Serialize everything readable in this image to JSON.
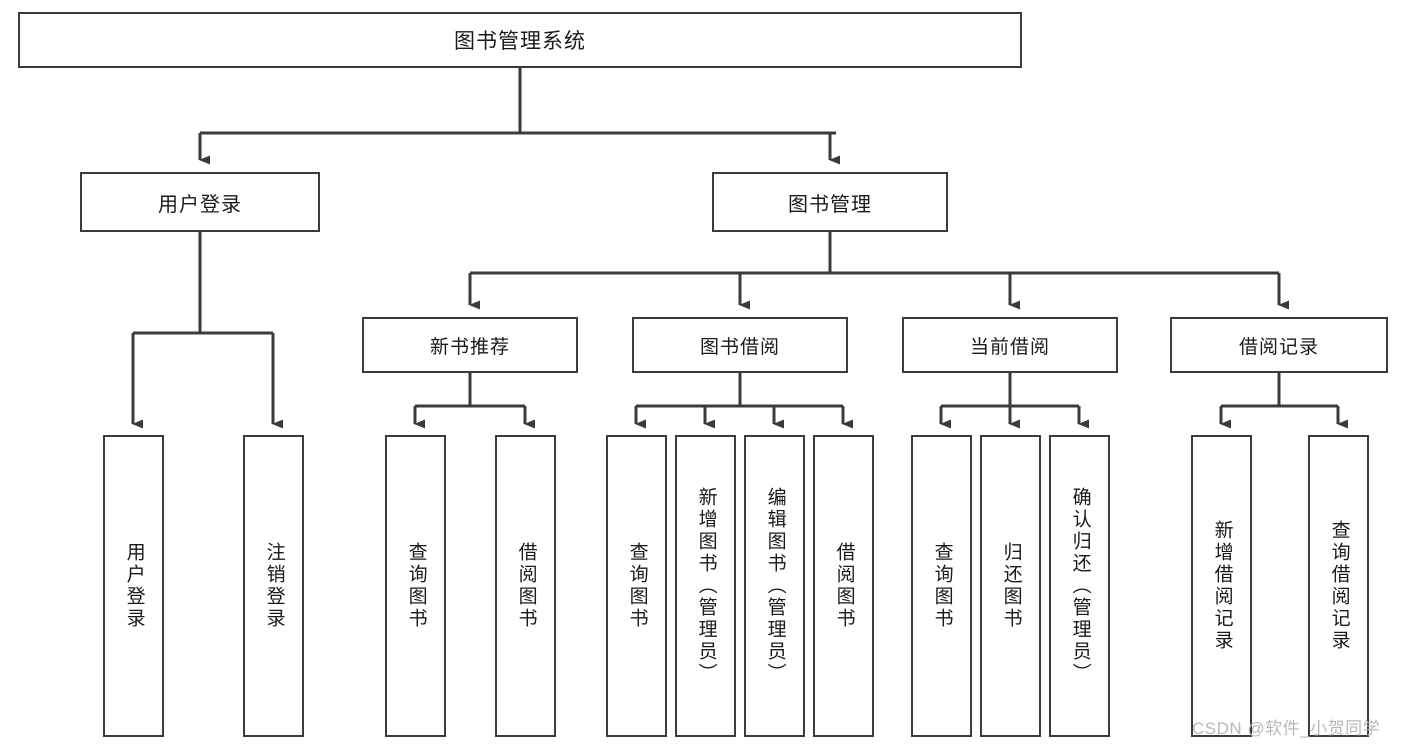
{
  "diagram": {
    "title": "图书管理系统",
    "type": "tree-hierarchy-chart",
    "watermark": "CSDN @软件_小贺同学",
    "colors": {
      "background": "#ffffff",
      "box_border": "#3b3b3b",
      "box_fill": "#ffffff",
      "connector": "#3b3b3b",
      "text": "#1a1a1a",
      "watermark": "#b9b9b9"
    },
    "root": {
      "id": "root",
      "label": "图书管理系统"
    },
    "level2": [
      {
        "id": "user-login",
        "label": "用户登录"
      },
      {
        "id": "book-manage",
        "label": "图书管理"
      }
    ],
    "level3": [
      {
        "id": "new-book-rec",
        "label": "新书推荐",
        "parent": "book-manage"
      },
      {
        "id": "book-borrow",
        "label": "图书借阅",
        "parent": "book-manage"
      },
      {
        "id": "current-borrow",
        "label": "当前借阅",
        "parent": "book-manage"
      },
      {
        "id": "borrow-record",
        "label": "借阅记录",
        "parent": "book-manage"
      }
    ],
    "leaves": [
      {
        "id": "leaf-user-login",
        "label": "用户登录",
        "parent": "user-login"
      },
      {
        "id": "leaf-user-logout",
        "label": "注销登录",
        "parent": "user-login"
      },
      {
        "id": "leaf-query-book-1",
        "label": "查询图书",
        "parent": "new-book-rec"
      },
      {
        "id": "leaf-borrow-book-1",
        "label": "借阅图书",
        "parent": "new-book-rec"
      },
      {
        "id": "leaf-query-book-2",
        "label": "查询图书",
        "parent": "book-borrow"
      },
      {
        "id": "leaf-add-book",
        "label": "新增图书（管理员）",
        "parent": "book-borrow"
      },
      {
        "id": "leaf-edit-book",
        "label": "编辑图书（管理员）",
        "parent": "book-borrow"
      },
      {
        "id": "leaf-borrow-book-2",
        "label": "借阅图书",
        "parent": "book-borrow"
      },
      {
        "id": "leaf-query-book-3",
        "label": "查询图书",
        "parent": "current-borrow"
      },
      {
        "id": "leaf-return-book",
        "label": "归还图书",
        "parent": "current-borrow"
      },
      {
        "id": "leaf-confirm-return",
        "label": "确认归还（管理员）",
        "parent": "current-borrow"
      },
      {
        "id": "leaf-add-record",
        "label": "新增借阅记录",
        "parent": "borrow-record"
      },
      {
        "id": "leaf-query-record",
        "label": "查询借阅记录",
        "parent": "borrow-record"
      }
    ]
  }
}
